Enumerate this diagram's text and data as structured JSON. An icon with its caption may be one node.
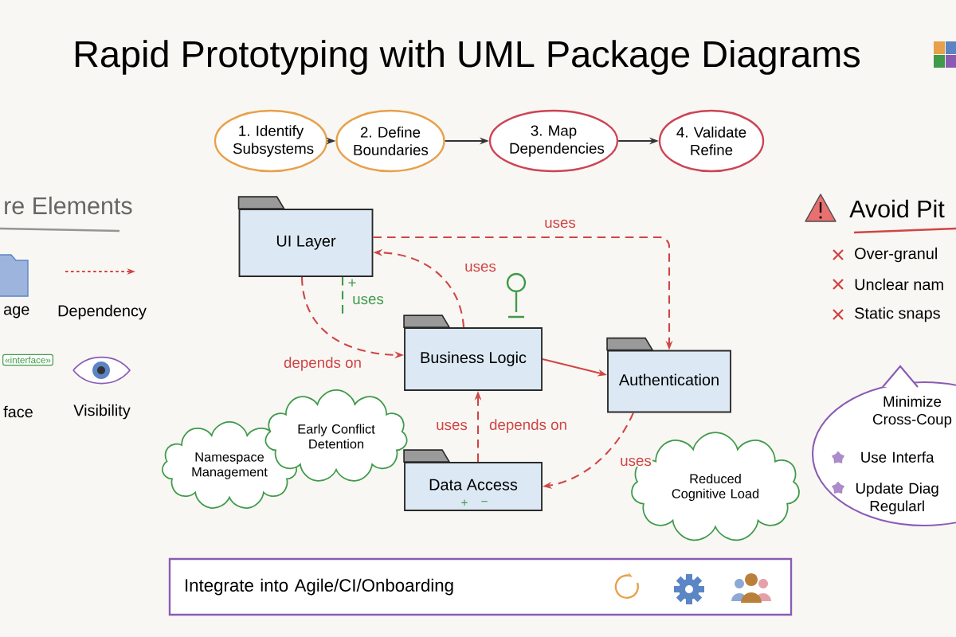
{
  "diagram": {
    "title": "Rapid Prototyping with UML Package Diagrams",
    "nodes": [
      {
        "text": [
          "1. Identify Subsystems"
        ]
      },
      {
        "text": [
          "2. Define Boundaries"
        ]
      },
      {
        "text": [
          "3. Map Dependencies"
        ]
      },
      {
        "text": [
          "4. Validate Refine"
        ]
      },
      {
        "text": [
          "UI Layer"
        ]
      },
      {
        "text": [
          "Business Logic"
        ]
      },
      {
        "text": [
          "Authentication"
        ]
      },
      {
        "text": [
          "Data Access"
        ]
      },
      {
        "text": [
          "Namespace Management"
        ]
      },
      {
        "text": [
          "Early Conflict Detention"
        ]
      },
      {
        "text": [
          "Reduced Cognitive Load"
        ]
      },
      {
        "text": [
          "Minimize Cross-Coup",
          "Use Interfa",
          "Update Diag Regularl"
        ]
      },
      {
        "text": [
          "Integrate into Agile/CI/Onboarding"
        ]
      }
    ],
    "edges": [
      {
        "from": 0,
        "to": 1,
        "arrow": "to",
        "color": "#333333"
      },
      {
        "from": 1,
        "to": 2,
        "arrow": "to",
        "color": "#333333"
      },
      {
        "from": 2,
        "to": 3,
        "arrow": "to",
        "color": "#333333"
      },
      {
        "from": 4,
        "to": 6,
        "arrow": "to",
        "style": "dashed",
        "label": "uses"
      },
      {
        "from": 5,
        "to": 4,
        "arrow": "to",
        "style": "dashed",
        "label": "uses"
      },
      {
        "from": 4,
        "to": 5,
        "arrow": "to",
        "style": "dashed",
        "label": "depends on"
      },
      {
        "from": 4,
        "to": null,
        "arrow": "none",
        "style": "dashed",
        "color": "#3f9a4a",
        "label": "uses"
      },
      {
        "from": 5,
        "to": 6,
        "arrow": "to"
      },
      {
        "from": 7,
        "to": 5,
        "arrow": "to",
        "style": "dashed",
        "label": "uses"
      },
      {
        "from": 6,
        "to": 7,
        "arrow": "to",
        "style": "dashed",
        "label": "uses"
      }
    ],
    "labels": [
      "re Elements",
      "Avoid Pit",
      "Over-granul",
      "age",
      "Dependency",
      "Unclear nam",
      "+",
      "Static snaps",
      "«interface»",
      "face",
      "Visibility",
      "depends on",
      "+",
      "−"
    ]
  }
}
